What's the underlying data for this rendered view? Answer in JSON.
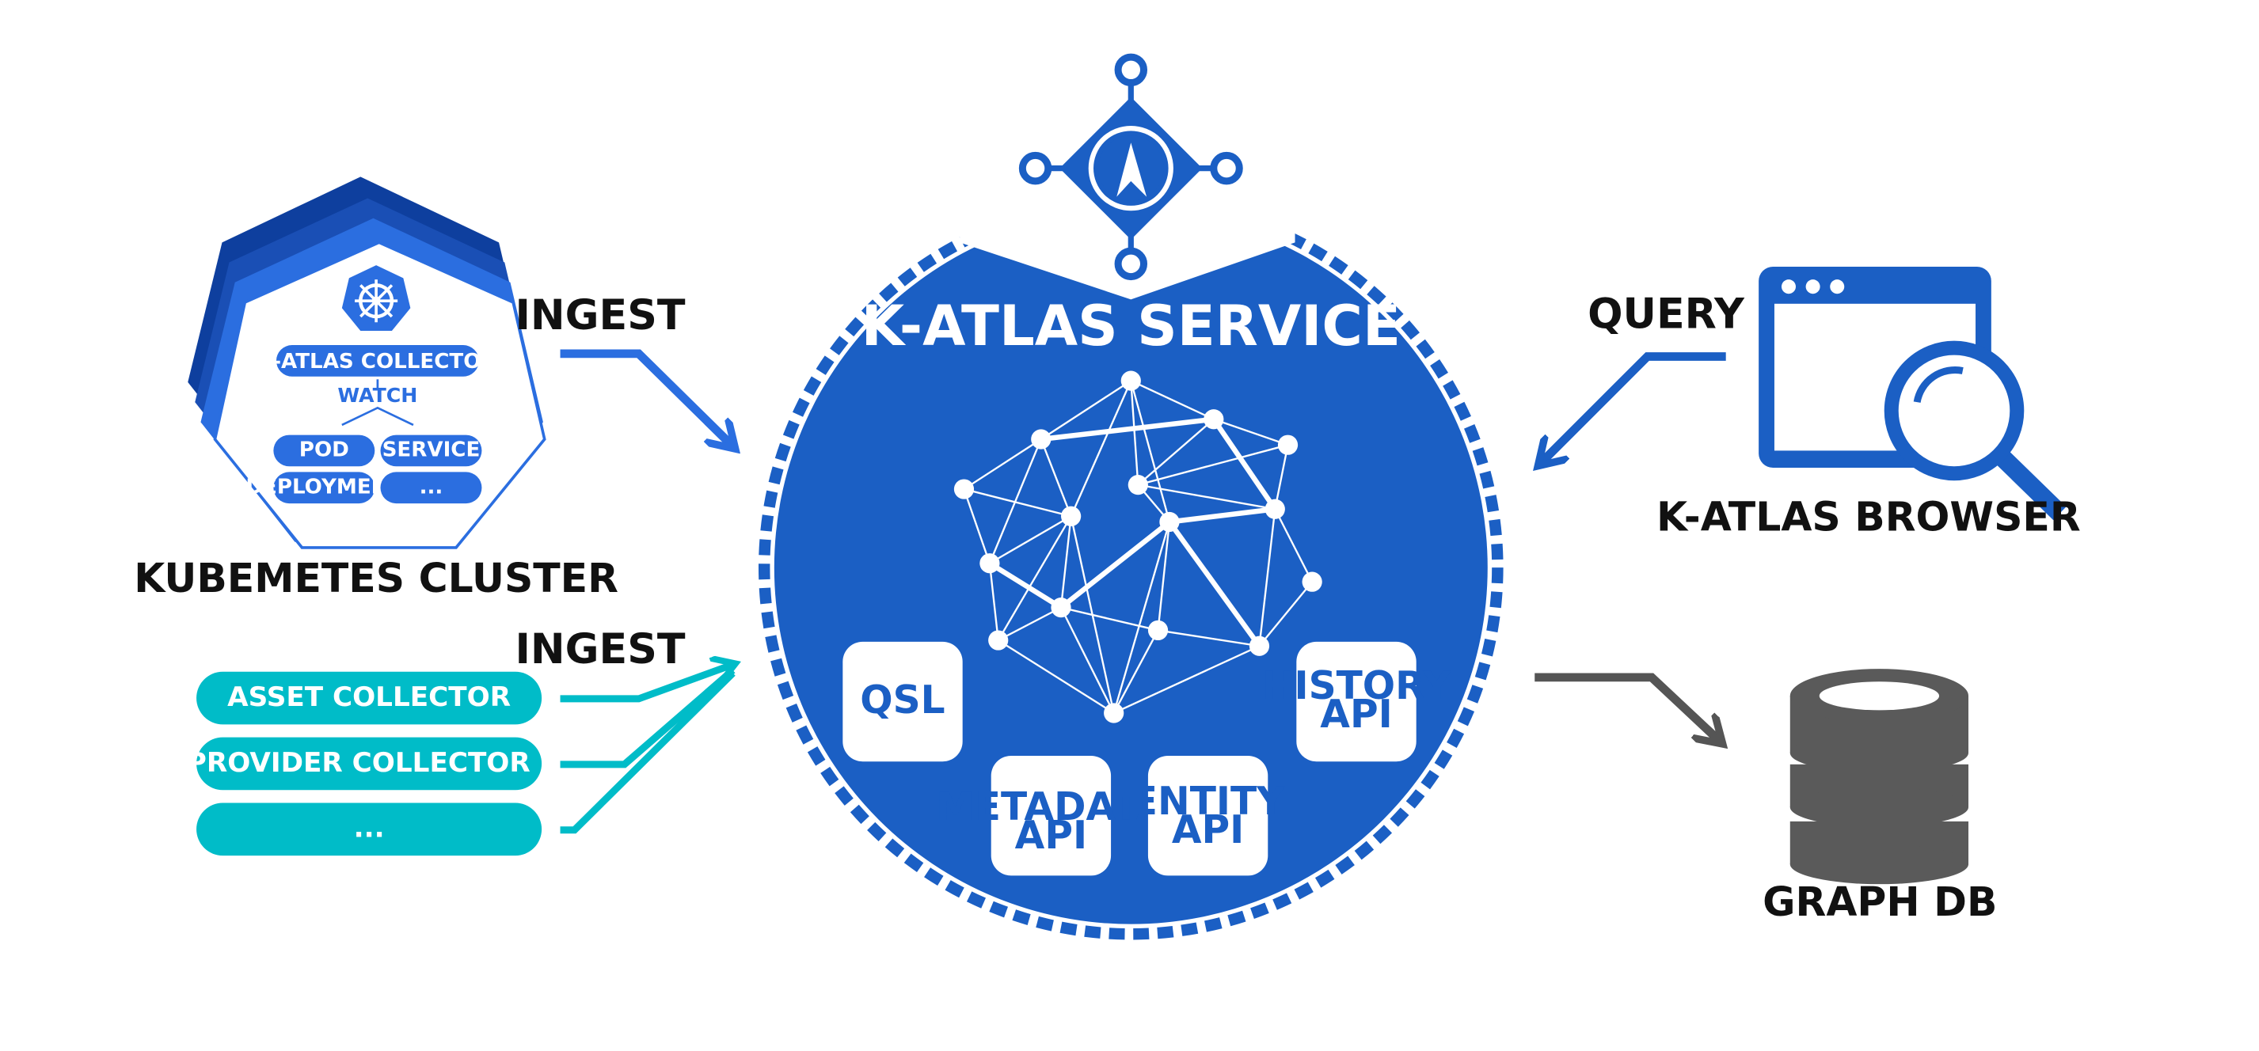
{
  "colors": {
    "primary_blue": "#1b5fc4",
    "mid_blue": "#2b6ee0",
    "dark_blue": "#0e3f9e",
    "teal": "#00bcc8",
    "db_gray": "#5a5a5a",
    "arrow_gray": "#555555",
    "text_dark": "#111111"
  },
  "service": {
    "title": "K-ATLAS SERVICE",
    "logo_icon": "k-atlas-compass-logo",
    "modules": [
      {
        "line1": "QSL",
        "line2": ""
      },
      {
        "line1": "HISTORY",
        "line2": "API"
      },
      {
        "line1": "METADATA",
        "line2": "API"
      },
      {
        "line1": "ENTITY",
        "line2": "API"
      }
    ]
  },
  "cluster": {
    "label": "KUBEMETES CLUSTER",
    "icon": "kubernetes-helm-icon",
    "collector": "K-ATLAS COLLECTOR",
    "watch": "WATCH",
    "resources": [
      "POD",
      "SERVICE",
      "DEPLOYMENT",
      "..."
    ]
  },
  "collectors": [
    "ASSET COLLECTOR",
    "CLOUD PROVIDER COLLECTOR (AWS...)",
    "..."
  ],
  "flows": {
    "ingest_top": "INGEST",
    "ingest_bottom": "INGEST",
    "query": "QUERY"
  },
  "browser": {
    "label": "K-ATLAS BROWSER",
    "icon": "browser-search-icon"
  },
  "graph_db": {
    "label": "GRAPH DB",
    "icon": "database-icon"
  }
}
